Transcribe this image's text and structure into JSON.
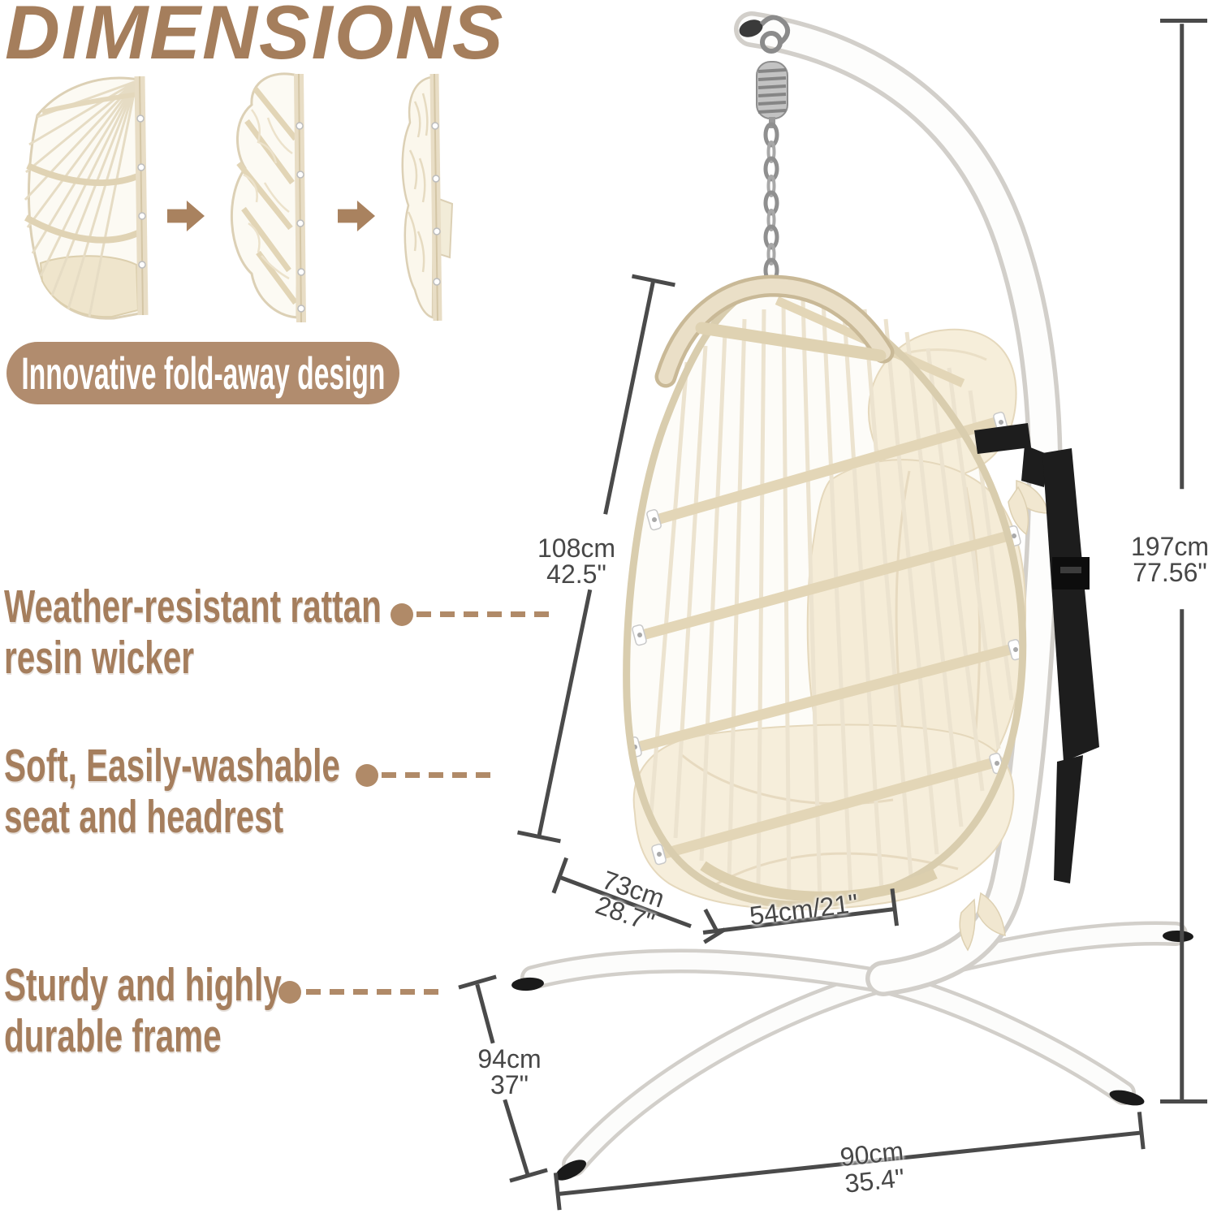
{
  "title": "DIMENSIONS",
  "fold_badge": {
    "label": "Innovative fold-away design"
  },
  "features": [
    {
      "line1": "Weather-resistant rattan",
      "line2": "resin wicker"
    },
    {
      "line1": "Soft, Easily-washable",
      "line2": "seat and headrest"
    },
    {
      "line1": "Sturdy and highly",
      "line2": "durable frame"
    }
  ],
  "dimensions": {
    "chair_height": {
      "cm": "108cm",
      "inch": "42.5\""
    },
    "stand_height": {
      "cm": "197cm",
      "inch": "77.56\""
    },
    "seat_depth": {
      "cm": "73cm",
      "inch": "28.7\""
    },
    "seat_width": {
      "label": "54cm/21\""
    },
    "base_depth": {
      "cm": "94cm",
      "inch": "37\""
    },
    "base_width": {
      "cm": "90cm",
      "inch": "35.4\""
    }
  },
  "icons": {
    "fold_step_arrow": "arrow-right"
  },
  "colors": {
    "accent_brown": "#a9825f",
    "badge_brown": "#b18c6e",
    "dimension_text": "#474747",
    "dimension_line": "#4a4a4a",
    "wicker_tan": "#e3d6b7",
    "cushion_cream": "#f6eedb",
    "frame_white": "#fdfdfc",
    "strap_black": "#1d1d1d"
  }
}
